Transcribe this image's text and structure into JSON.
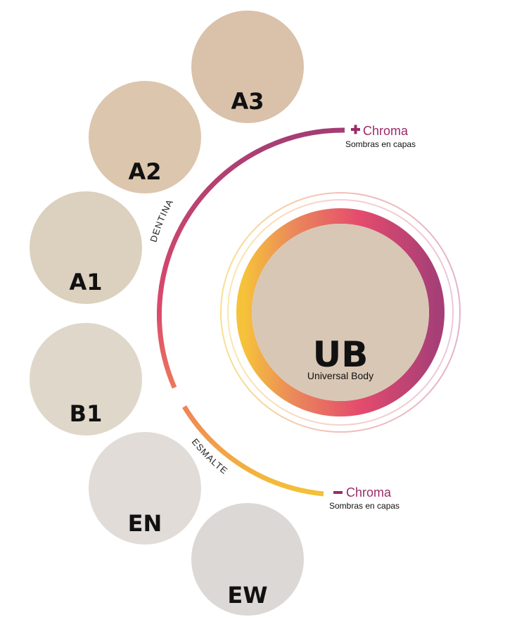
{
  "shades": [
    {
      "label": "A3",
      "color": "#d9c1aa"
    },
    {
      "label": "A2",
      "color": "#dcc6ad"
    },
    {
      "label": "A1",
      "color": "#dcd0be"
    },
    {
      "label": "B1",
      "color": "#dfd7c9"
    },
    {
      "label": "EN",
      "color": "#e1dcd8"
    },
    {
      "label": "EW",
      "color": "#dcd8d5"
    }
  ],
  "arc": {
    "dentina_label": "DENTINA",
    "esmalte_label": "ESMALTE",
    "colors": {
      "top": "#a43d74",
      "mid": "#dd4a6b",
      "low": "#ef8a55",
      "bottom": "#f4c335"
    }
  },
  "chroma_plus": {
    "symbol": "+",
    "title": "Chroma",
    "subtitle": "Sombras en capas"
  },
  "chroma_minus": {
    "symbol": "-",
    "title": "Chroma",
    "subtitle": "Sombras en capas"
  },
  "universal_body": {
    "title": "UB",
    "subtitle": "Universal Body",
    "fill": "#d8c7b5",
    "ring_colors": [
      "#f6c23a",
      "#ea8a5a",
      "#e44b6d",
      "#a63f77"
    ]
  },
  "brand_color": "#9b2b6a"
}
